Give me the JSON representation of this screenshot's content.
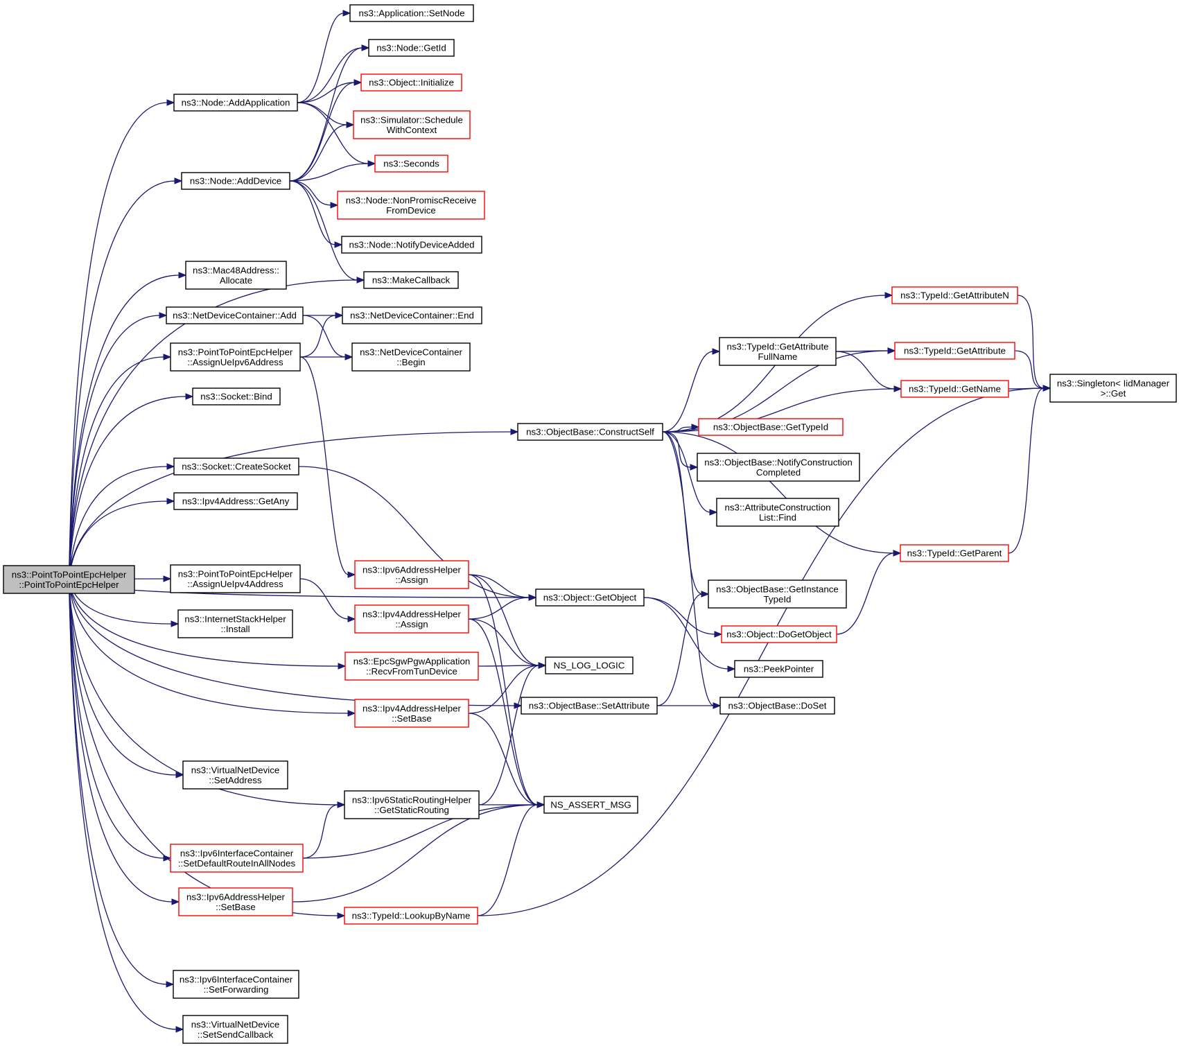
{
  "colors": {
    "edge": "#191970",
    "node_border": "#000000",
    "node_border_red": "#ff0000",
    "root_fill": "#bfbfbf",
    "background": "#ffffff"
  },
  "nodes": [
    {
      "id": "root",
      "lines": [
        "ns3::PointToPointEpcHelper",
        "::PointToPointEpcHelper"
      ],
      "style": "root"
    },
    {
      "id": "app_setnode",
      "lines": [
        "ns3::Application::SetNode"
      ],
      "style": "normal"
    },
    {
      "id": "node_getid",
      "lines": [
        "ns3::Node::GetId"
      ],
      "style": "normal"
    },
    {
      "id": "obj_initialize",
      "lines": [
        "ns3::Object::Initialize"
      ],
      "style": "red"
    },
    {
      "id": "node_addapp",
      "lines": [
        "ns3::Node::AddApplication"
      ],
      "style": "normal"
    },
    {
      "id": "sim_schedule",
      "lines": [
        "ns3::Simulator::Schedule",
        "WithContext"
      ],
      "style": "red"
    },
    {
      "id": "seconds",
      "lines": [
        "ns3::Seconds"
      ],
      "style": "red"
    },
    {
      "id": "node_adddevice",
      "lines": [
        "ns3::Node::AddDevice"
      ],
      "style": "normal"
    },
    {
      "id": "node_nonpromisc",
      "lines": [
        "ns3::Node::NonPromiscReceive",
        "FromDevice"
      ],
      "style": "red"
    },
    {
      "id": "node_notify",
      "lines": [
        "ns3::Node::NotifyDeviceAdded"
      ],
      "style": "normal"
    },
    {
      "id": "mac48_alloc",
      "lines": [
        "ns3::Mac48Address::",
        "Allocate"
      ],
      "style": "normal"
    },
    {
      "id": "makecallback",
      "lines": [
        "ns3::MakeCallback"
      ],
      "style": "normal"
    },
    {
      "id": "ndc_add",
      "lines": [
        "ns3::NetDeviceContainer::Add"
      ],
      "style": "normal"
    },
    {
      "id": "ndc_end",
      "lines": [
        "ns3::NetDeviceContainer::End"
      ],
      "style": "normal"
    },
    {
      "id": "p2p_assign6",
      "lines": [
        "ns3::PointToPointEpcHelper",
        "::AssignUeIpv6Address"
      ],
      "style": "normal"
    },
    {
      "id": "ndc_begin",
      "lines": [
        "ns3::NetDeviceContainer",
        "::Begin"
      ],
      "style": "normal"
    },
    {
      "id": "socket_bind",
      "lines": [
        "ns3::Socket::Bind"
      ],
      "style": "normal"
    },
    {
      "id": "constructself",
      "lines": [
        "ns3::ObjectBase::ConstructSelf"
      ],
      "style": "normal"
    },
    {
      "id": "socket_create",
      "lines": [
        "ns3::Socket::CreateSocket"
      ],
      "style": "normal"
    },
    {
      "id": "ipv4_getany",
      "lines": [
        "ns3::Ipv4Address::GetAny"
      ],
      "style": "normal"
    },
    {
      "id": "ipv6ah_assign",
      "lines": [
        "ns3::Ipv6AddressHelper",
        "::Assign"
      ],
      "style": "red"
    },
    {
      "id": "p2p_assign4",
      "lines": [
        "ns3::PointToPointEpcHelper",
        "::AssignUeIpv4Address"
      ],
      "style": "normal"
    },
    {
      "id": "obj_getobject",
      "lines": [
        "ns3::Object::GetObject"
      ],
      "style": "normal"
    },
    {
      "id": "ish_install",
      "lines": [
        "ns3::InternetStackHelper",
        "::Install"
      ],
      "style": "normal"
    },
    {
      "id": "ipv4ah_assign",
      "lines": [
        "ns3::Ipv4AddressHelper",
        "::Assign"
      ],
      "style": "red"
    },
    {
      "id": "epc_recv",
      "lines": [
        "ns3::EpcSgwPgwApplication",
        "::RecvFromTunDevice"
      ],
      "style": "red"
    },
    {
      "id": "ns_log_logic",
      "lines": [
        "NS_LOG_LOGIC"
      ],
      "style": "normal"
    },
    {
      "id": "ipv4ah_setbase",
      "lines": [
        "ns3::Ipv4AddressHelper",
        "::SetBase"
      ],
      "style": "red"
    },
    {
      "id": "ob_setattr",
      "lines": [
        "ns3::ObjectBase::SetAttribute"
      ],
      "style": "normal"
    },
    {
      "id": "vnd_setaddr",
      "lines": [
        "ns3::VirtualNetDevice",
        "::SetAddress"
      ],
      "style": "normal"
    },
    {
      "id": "ipv6srh_get",
      "lines": [
        "ns3::Ipv6StaticRoutingHelper",
        "::GetStaticRouting"
      ],
      "style": "normal"
    },
    {
      "id": "ns_assert",
      "lines": [
        "NS_ASSERT_MSG"
      ],
      "style": "normal"
    },
    {
      "id": "ipv6ic_setdefault",
      "lines": [
        "ns3::Ipv6InterfaceContainer",
        "::SetDefaultRouteInAllNodes"
      ],
      "style": "red"
    },
    {
      "id": "ipv6ah_setbase",
      "lines": [
        "ns3::Ipv6AddressHelper",
        "::SetBase"
      ],
      "style": "red"
    },
    {
      "id": "typeid_lookup",
      "lines": [
        "ns3::TypeId::LookupByName"
      ],
      "style": "red"
    },
    {
      "id": "ipv6ic_setfwd",
      "lines": [
        "ns3::Ipv6InterfaceContainer",
        "::SetForwarding"
      ],
      "style": "normal"
    },
    {
      "id": "vnd_setsendcb",
      "lines": [
        "ns3::VirtualNetDevice",
        "::SetSendCallback"
      ],
      "style": "normal"
    },
    {
      "id": "typeid_getattrn",
      "lines": [
        "ns3::TypeId::GetAttributeN"
      ],
      "style": "red"
    },
    {
      "id": "typeid_getattrfull",
      "lines": [
        "ns3::TypeId::GetAttribute",
        "FullName"
      ],
      "style": "normal"
    },
    {
      "id": "typeid_getattr",
      "lines": [
        "ns3::TypeId::GetAttribute"
      ],
      "style": "red"
    },
    {
      "id": "typeid_getname",
      "lines": [
        "ns3::TypeId::GetName"
      ],
      "style": "red"
    },
    {
      "id": "singleton_get",
      "lines": [
        "ns3::Singleton< IidManager",
        ">::Get"
      ],
      "style": "normal"
    },
    {
      "id": "ob_gettypeid",
      "lines": [
        "ns3::ObjectBase::GetTypeId"
      ],
      "style": "red"
    },
    {
      "id": "ob_notifyconstr",
      "lines": [
        "ns3::ObjectBase::NotifyConstruction",
        "Completed"
      ],
      "style": "normal"
    },
    {
      "id": "acl_find",
      "lines": [
        "ns3::AttributeConstruction",
        "List::Find"
      ],
      "style": "normal"
    },
    {
      "id": "typeid_getparent",
      "lines": [
        "ns3::TypeId::GetParent"
      ],
      "style": "red"
    },
    {
      "id": "ob_getinstance",
      "lines": [
        "ns3::ObjectBase::GetInstance",
        "TypeId"
      ],
      "style": "normal"
    },
    {
      "id": "obj_dogetobject",
      "lines": [
        "ns3::Object::DoGetObject"
      ],
      "style": "red"
    },
    {
      "id": "peekpointer",
      "lines": [
        "ns3::PeekPointer"
      ],
      "style": "normal"
    },
    {
      "id": "ob_doset",
      "lines": [
        "ns3::ObjectBase::DoSet"
      ],
      "style": "normal"
    }
  ],
  "edges": [
    [
      "root",
      "node_addapp"
    ],
    [
      "root",
      "node_adddevice"
    ],
    [
      "root",
      "mac48_alloc"
    ],
    [
      "root",
      "makecallback"
    ],
    [
      "root",
      "ndc_add"
    ],
    [
      "root",
      "p2p_assign6"
    ],
    [
      "root",
      "socket_bind"
    ],
    [
      "root",
      "constructself"
    ],
    [
      "root",
      "socket_create"
    ],
    [
      "root",
      "ipv4_getany"
    ],
    [
      "root",
      "obj_getobject"
    ],
    [
      "root",
      "p2p_assign4"
    ],
    [
      "root",
      "ish_install"
    ],
    [
      "root",
      "epc_recv"
    ],
    [
      "root",
      "ipv4ah_setbase"
    ],
    [
      "root",
      "ob_setattr"
    ],
    [
      "root",
      "vnd_setaddr"
    ],
    [
      "root",
      "ipv6srh_get"
    ],
    [
      "root",
      "ipv6ic_setdefault"
    ],
    [
      "root",
      "ipv6ah_setbase"
    ],
    [
      "root",
      "typeid_lookup"
    ],
    [
      "root",
      "ipv6ic_setfwd"
    ],
    [
      "root",
      "vnd_setsendcb"
    ],
    [
      "node_addapp",
      "app_setnode"
    ],
    [
      "node_addapp",
      "node_getid"
    ],
    [
      "node_addapp",
      "obj_initialize"
    ],
    [
      "node_addapp",
      "sim_schedule"
    ],
    [
      "node_addapp",
      "seconds"
    ],
    [
      "node_adddevice",
      "node_getid"
    ],
    [
      "node_adddevice",
      "obj_initialize"
    ],
    [
      "node_adddevice",
      "sim_schedule"
    ],
    [
      "node_adddevice",
      "seconds"
    ],
    [
      "node_adddevice",
      "node_nonpromisc"
    ],
    [
      "node_adddevice",
      "node_notify"
    ],
    [
      "node_adddevice",
      "makecallback"
    ],
    [
      "ndc_add",
      "ndc_end"
    ],
    [
      "ndc_add",
      "ndc_begin"
    ],
    [
      "p2p_assign6",
      "ndc_end"
    ],
    [
      "p2p_assign6",
      "ndc_begin"
    ],
    [
      "p2p_assign6",
      "ipv6ah_assign"
    ],
    [
      "socket_create",
      "obj_getobject"
    ],
    [
      "p2p_assign4",
      "ipv4ah_assign"
    ],
    [
      "ipv6ah_assign",
      "obj_getobject"
    ],
    [
      "ipv6ah_assign",
      "ns_log_logic"
    ],
    [
      "ipv6ah_assign",
      "ns_assert"
    ],
    [
      "ipv4ah_assign",
      "obj_getobject"
    ],
    [
      "ipv4ah_assign",
      "ns_log_logic"
    ],
    [
      "ipv4ah_assign",
      "ns_assert"
    ],
    [
      "epc_recv",
      "ns_log_logic"
    ],
    [
      "ipv4ah_setbase",
      "ns_log_logic"
    ],
    [
      "ipv4ah_setbase",
      "ns_assert"
    ],
    [
      "ipv6srh_get",
      "ns_log_logic"
    ],
    [
      "ipv6srh_get",
      "ns_assert"
    ],
    [
      "ipv6ic_setdefault",
      "ipv6srh_get"
    ],
    [
      "ipv6ic_setdefault",
      "ns_assert"
    ],
    [
      "ipv6ah_setbase",
      "ns_assert"
    ],
    [
      "typeid_lookup",
      "ns_assert"
    ],
    [
      "typeid_lookup",
      "singleton_get"
    ],
    [
      "obj_getobject",
      "obj_dogetobject"
    ],
    [
      "obj_getobject",
      "peekpointer"
    ],
    [
      "ob_setattr",
      "ob_doset"
    ],
    [
      "ob_setattr",
      "ob_getinstance"
    ],
    [
      "constructself",
      "typeid_getattrn"
    ],
    [
      "constructself",
      "typeid_getattr"
    ],
    [
      "constructself",
      "typeid_getattrfull"
    ],
    [
      "constructself",
      "typeid_getname"
    ],
    [
      "constructself",
      "ob_gettypeid"
    ],
    [
      "constructself",
      "ob_notifyconstr"
    ],
    [
      "constructself",
      "acl_find"
    ],
    [
      "constructself",
      "typeid_getparent"
    ],
    [
      "constructself",
      "ob_getinstance"
    ],
    [
      "constructself",
      "ob_doset"
    ],
    [
      "typeid_getattrfull",
      "typeid_getattr"
    ],
    [
      "typeid_getattrfull",
      "typeid_getname"
    ],
    [
      "typeid_getattrn",
      "singleton_get"
    ],
    [
      "typeid_getattr",
      "singleton_get"
    ],
    [
      "typeid_getname",
      "singleton_get"
    ],
    [
      "typeid_getparent",
      "singleton_get"
    ],
    [
      "obj_dogetobject",
      "typeid_getparent"
    ]
  ]
}
